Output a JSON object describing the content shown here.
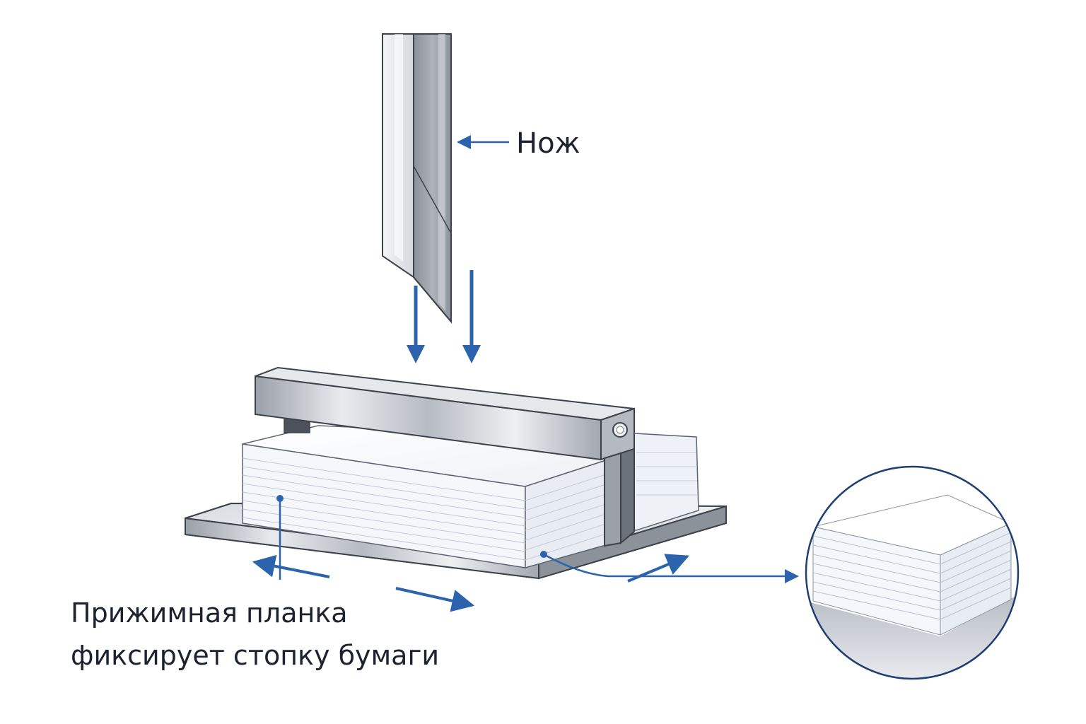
{
  "labels": {
    "knife": "Нож",
    "clamp_line1": "Прижимная планка",
    "clamp_line2": "фиксирует стопку бумаги"
  },
  "colors": {
    "arrow": "#2b64ad",
    "steel_light": "#e4e7ec",
    "steel_mid": "#b4b9c1",
    "steel_dark": "#7b818a",
    "paper": "#f6f8fc",
    "paper_edge": "#c9d1de",
    "text": "#1c2230"
  }
}
